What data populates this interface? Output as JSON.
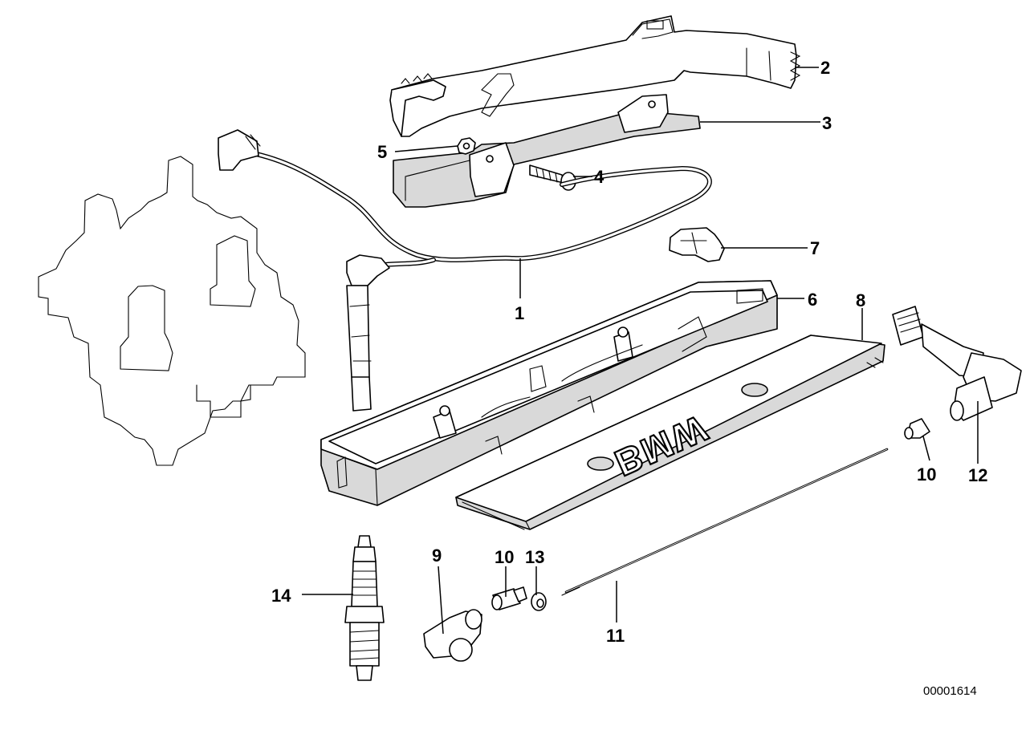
{
  "diagram": {
    "reference_number": "00001614",
    "cover_logo": "BMW",
    "callouts": [
      {
        "id": "c1",
        "label": "1"
      },
      {
        "id": "c2",
        "label": "2"
      },
      {
        "id": "c3",
        "label": "3"
      },
      {
        "id": "c4",
        "label": "4"
      },
      {
        "id": "c5",
        "label": "5"
      },
      {
        "id": "c6",
        "label": "6"
      },
      {
        "id": "c7",
        "label": "7"
      },
      {
        "id": "c8",
        "label": "8"
      },
      {
        "id": "c9",
        "label": "9"
      },
      {
        "id": "c10a",
        "label": "10"
      },
      {
        "id": "c10b",
        "label": "10"
      },
      {
        "id": "c11",
        "label": "11"
      },
      {
        "id": "c12",
        "label": "12"
      },
      {
        "id": "c13",
        "label": "13"
      },
      {
        "id": "c14",
        "label": "14"
      }
    ]
  }
}
